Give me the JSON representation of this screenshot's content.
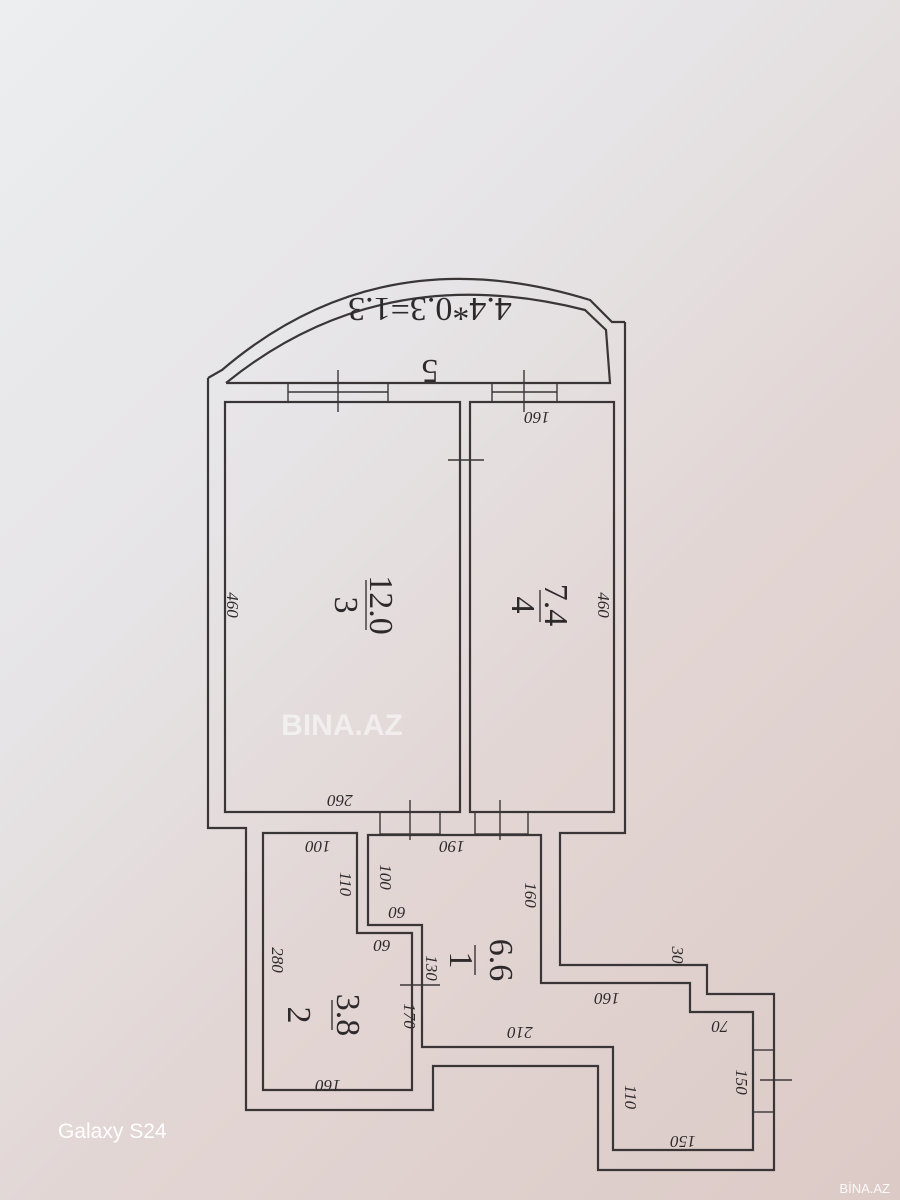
{
  "rooms": {
    "r5": {
      "number": "5",
      "area": "4.4*0.3=1.3"
    },
    "r3": {
      "number": "3",
      "area": "12.0"
    },
    "r4": {
      "number": "4",
      "area": "7.4"
    },
    "r1": {
      "number": "1",
      "area": "6.6"
    },
    "r2": {
      "number": "2",
      "area": "3.8"
    }
  },
  "dimensions": [
    "160",
    "460",
    "460",
    "260",
    "100",
    "190",
    "110",
    "100",
    "60",
    "60",
    "280",
    "130",
    "170",
    "160",
    "30",
    "160",
    "70",
    "210",
    "110",
    "150",
    "150",
    "160"
  ],
  "watermark": "BINA.AZ",
  "camera_label": "Galaxy S24",
  "corner_watermark": "BİNA.AZ"
}
